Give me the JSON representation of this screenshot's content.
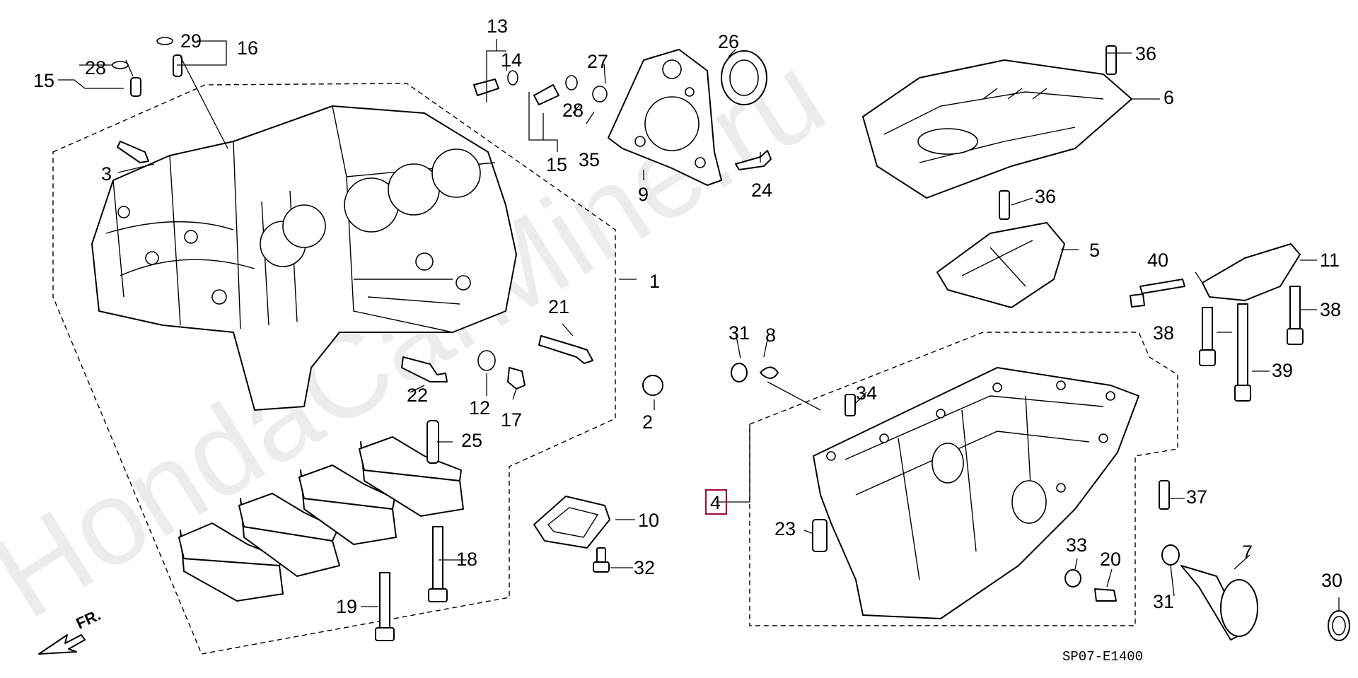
{
  "watermark": "HondaCarMine.ru",
  "diagram_code": "SP07-E1400",
  "direction_label": "FR.",
  "highlight_color": "#a0103a",
  "callouts": {
    "c1": "1",
    "c2": "2",
    "c3": "3",
    "c4": "4",
    "c5": "5",
    "c6": "6",
    "c7": "7",
    "c8": "8",
    "c9": "9",
    "c10": "10",
    "c11": "11",
    "c12": "12",
    "c13": "13",
    "c14": "14",
    "c15a": "15",
    "c15b": "15",
    "c16": "16",
    "c17": "17",
    "c18": "18",
    "c19": "19",
    "c20": "20",
    "c21": "21",
    "c22": "22",
    "c23": "23",
    "c24": "24",
    "c25": "25",
    "c26": "26",
    "c27": "27",
    "c28a": "28",
    "c28b": "28",
    "c29": "29",
    "c30": "30",
    "c31a": "31",
    "c31b": "31",
    "c32": "32",
    "c33": "33",
    "c34": "34",
    "c35": "35",
    "c36a": "36",
    "c36b": "36",
    "c37": "37",
    "c38a": "38",
    "c38b": "38",
    "c39": "39",
    "c40": "40"
  }
}
